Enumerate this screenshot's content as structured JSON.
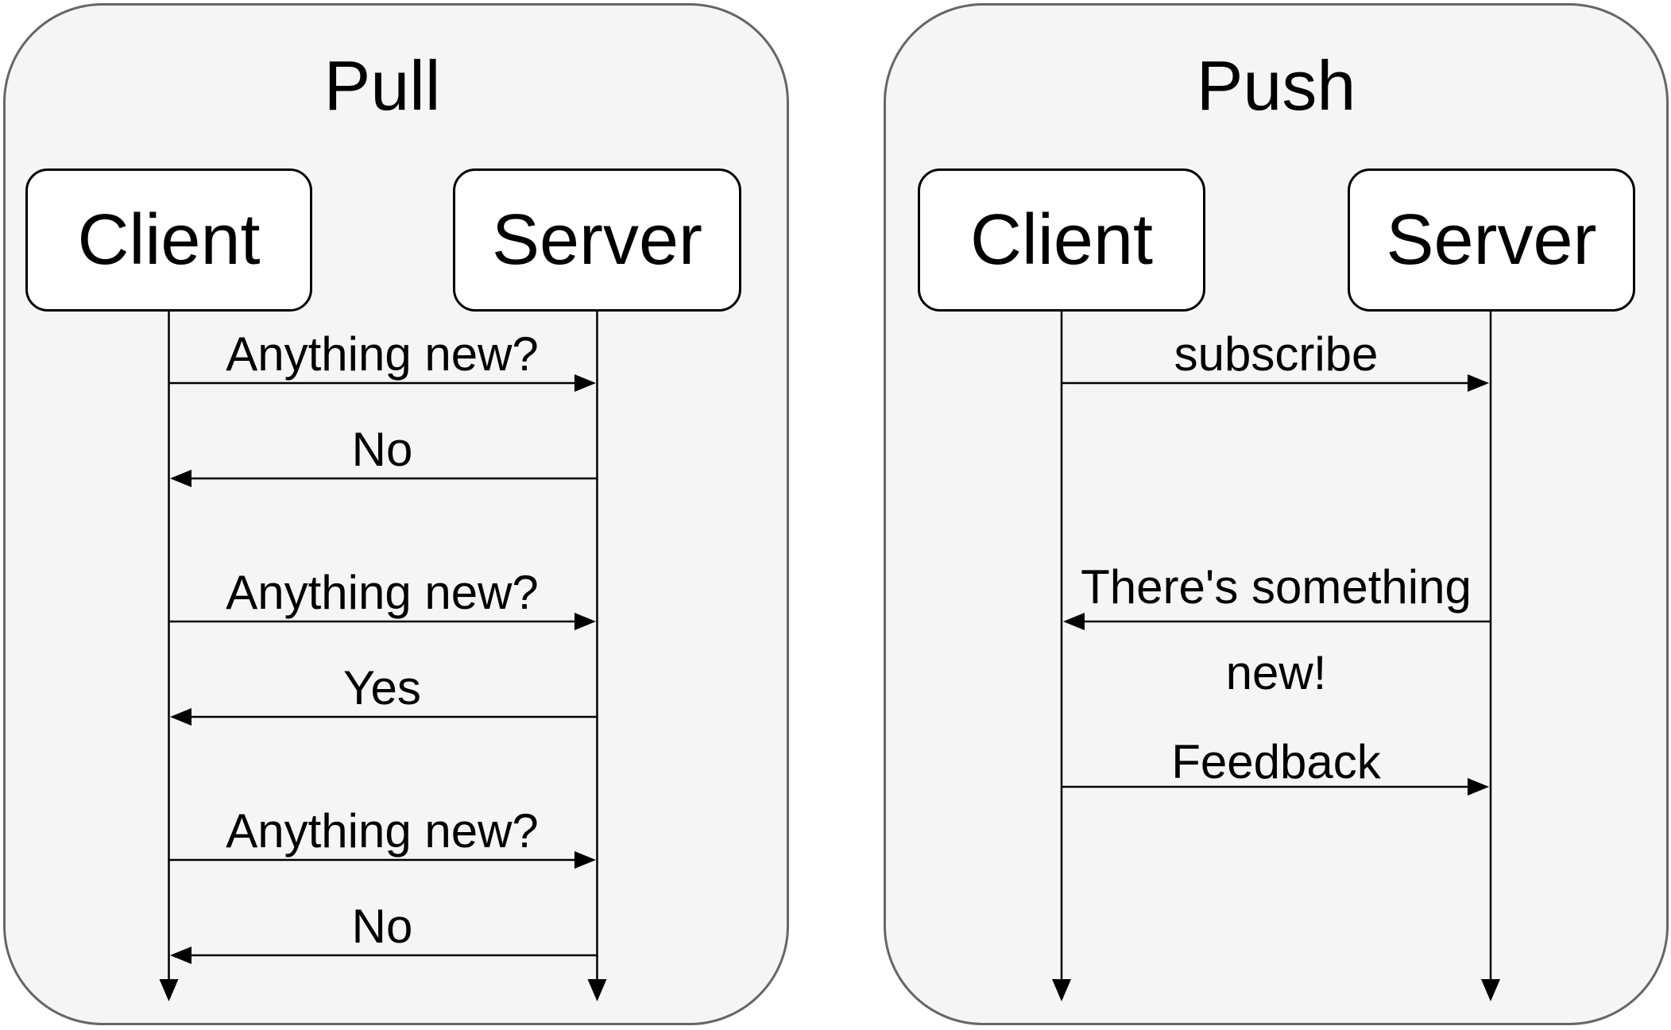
{
  "diagram": {
    "type": "sequence-comparison",
    "colors": {
      "background": "#ffffff",
      "panel_fill": "#f5f5f5",
      "panel_stroke": "#666666",
      "actor_box_fill": "#ffffff",
      "line_and_text": "#000000"
    },
    "panels": [
      {
        "title": "Pull",
        "actors": [
          {
            "name": "Client"
          },
          {
            "name": "Server"
          }
        ],
        "messages": [
          {
            "label": "Anything new?",
            "from": "Client",
            "to": "Server",
            "direction": "right"
          },
          {
            "label": "No",
            "from": "Server",
            "to": "Client",
            "direction": "left"
          },
          {
            "label": "Anything new?",
            "from": "Client",
            "to": "Server",
            "direction": "right"
          },
          {
            "label": "Yes",
            "from": "Server",
            "to": "Client",
            "direction": "left"
          },
          {
            "label": "Anything new?",
            "from": "Client",
            "to": "Server",
            "direction": "right"
          },
          {
            "label": "No",
            "from": "Server",
            "to": "Client",
            "direction": "left"
          }
        ]
      },
      {
        "title": "Push",
        "actors": [
          {
            "name": "Client"
          },
          {
            "name": "Server"
          }
        ],
        "messages": [
          {
            "label": "subscribe",
            "from": "Client",
            "to": "Server",
            "direction": "right"
          },
          {
            "label": "There's something new!",
            "from": "Server",
            "to": "Client",
            "direction": "left"
          },
          {
            "label": "Feedback",
            "from": "Client",
            "to": "Server",
            "direction": "right"
          }
        ]
      }
    ]
  }
}
